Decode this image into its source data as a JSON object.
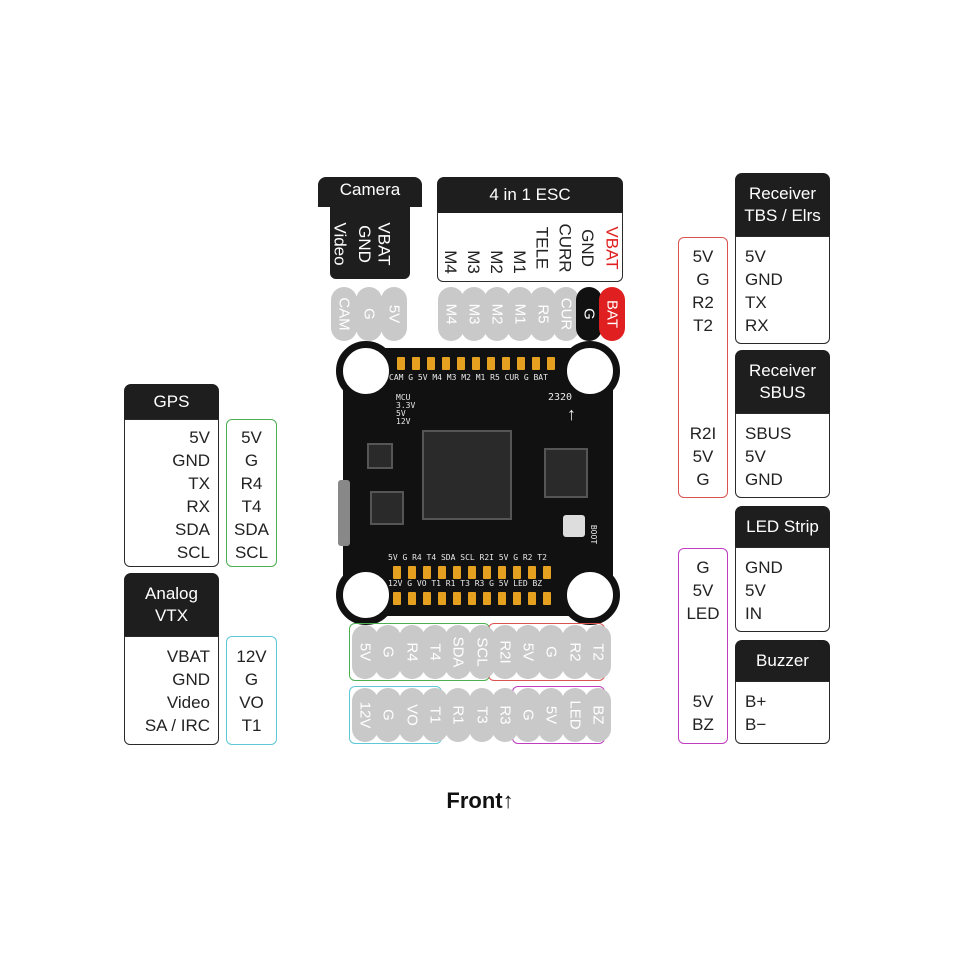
{
  "camera": {
    "title": "Camera",
    "pins": [
      "VBAT",
      "GND",
      "Video"
    ],
    "pads": [
      "CAM",
      "G",
      "5V"
    ]
  },
  "esc": {
    "title": "4 in 1 ESC",
    "pins": [
      "VBAT",
      "GND",
      "CURR",
      "TELE",
      "M1",
      "M2",
      "M3",
      "M4"
    ],
    "pads": [
      "M4",
      "M3",
      "M2",
      "M1",
      "R5",
      "CUR",
      "G",
      "BAT"
    ]
  },
  "gps": {
    "title": "GPS",
    "pins": [
      "5V",
      "GND",
      "TX",
      "RX",
      "SDA",
      "SCL"
    ],
    "pads": [
      "5V",
      "G",
      "R4",
      "T4",
      "SDA",
      "SCL"
    ]
  },
  "vtx": {
    "title": "Analog\nVTX",
    "pins": [
      "VBAT",
      "GND",
      "Video",
      "SA / IRC"
    ],
    "pads": [
      "12V",
      "G",
      "VO",
      "T1"
    ]
  },
  "receiver_tbs": {
    "title": "Receiver\nTBS / Elrs",
    "pins": [
      "5V",
      "GND",
      "TX",
      "RX"
    ],
    "pads": [
      "5V",
      "G",
      "R2",
      "T2"
    ]
  },
  "receiver_sbus": {
    "title": "Receiver\nSBUS",
    "pins": [
      "SBUS",
      "5V",
      "GND"
    ],
    "pads": [
      "R2I",
      "5V",
      "G"
    ]
  },
  "led": {
    "title": "LED Strip",
    "pins": [
      "GND",
      "5V",
      "IN"
    ],
    "pads": [
      "G",
      "5V",
      "LED"
    ]
  },
  "buzzer": {
    "title": "Buzzer",
    "pins": [
      "B+",
      "B−"
    ],
    "pads": [
      "5V",
      "BZ"
    ]
  },
  "bottom_row1": [
    "5V",
    "R4",
    "T4",
    "SDA",
    "SCL",
    "R2I",
    "5V",
    "G",
    "R2",
    "T2"
  ],
  "bottom_row1_first": "G",
  "bottom_row2": [
    "12V",
    "G",
    "VO",
    "T1",
    "R1",
    "T3",
    "R3",
    "G",
    "5V",
    "LED",
    "BZ"
  ],
  "board": {
    "top_silk": "CAM G  5V  M4  M3  M2  M1  R5 CUR  G  BAT",
    "bot_silk1": "5V  G  R4  T4 SDA SCL R2I 5V  G  R2  T2",
    "bot_silk2": "12V G  VO  T1  R1  T3  R3  G  5V LED  BZ",
    "led_labels": "MCU\n3.3V\n5V\n12V",
    "boot": "BOOT",
    "version": "2320"
  },
  "footer": "Front↑",
  "colors": {
    "green": "#4caf50",
    "cyan": "#5ec8d8",
    "red": "#d9534f",
    "magenta": "#c03cc0",
    "bat_red": "#e02020"
  }
}
